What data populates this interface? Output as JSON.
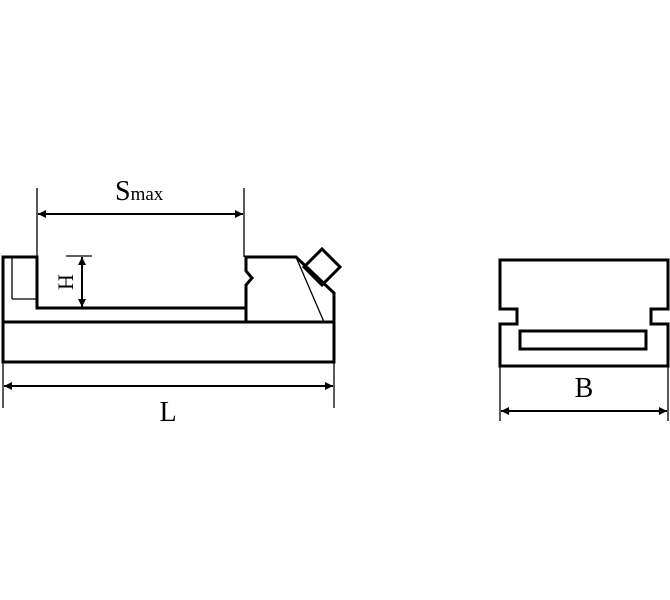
{
  "labels": {
    "s_main": "S",
    "s_sub": "max",
    "h": "H",
    "l": "L",
    "b": "B"
  },
  "colors": {
    "line": "#000000",
    "background": "#ffffff"
  }
}
